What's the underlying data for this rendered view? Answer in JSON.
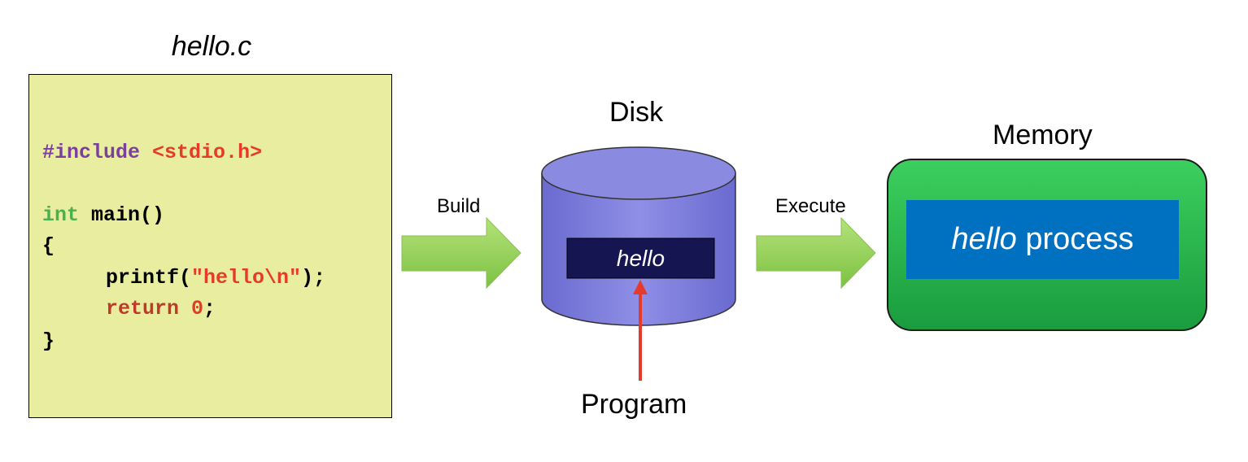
{
  "file_title": "hello.c",
  "code": {
    "line1": {
      "directive": "#include",
      "header": "<stdio.h>"
    },
    "line2": {
      "type": "int",
      "rest": "main()"
    },
    "line3": "{",
    "line4": {
      "func": "printf(",
      "string": "\"hello\\n\"",
      "end": ");"
    },
    "line5": {
      "keyword": "return",
      "number": "0",
      "end": ";"
    },
    "line6": "}"
  },
  "build_label": "Build",
  "disk_label": "Disk",
  "disk_file": "hello",
  "program_label": "Program",
  "execute_label": "Execute",
  "memory_label": "Memory",
  "process": {
    "name": "hello",
    "suffix": " process"
  },
  "colors": {
    "code_bg": "#e8ed9f",
    "directive": "#7b3fa0",
    "string": "#e53b2c",
    "type_kw": "#4caf50",
    "return_kw": "#c0392b",
    "disk": "#7b7bdc",
    "disk_label_bg": "#151552",
    "arrow_green": "#92d050",
    "program_arrow": "#e53b2c",
    "memory_green": "#22b14c",
    "process_blue": "#0070c0"
  }
}
